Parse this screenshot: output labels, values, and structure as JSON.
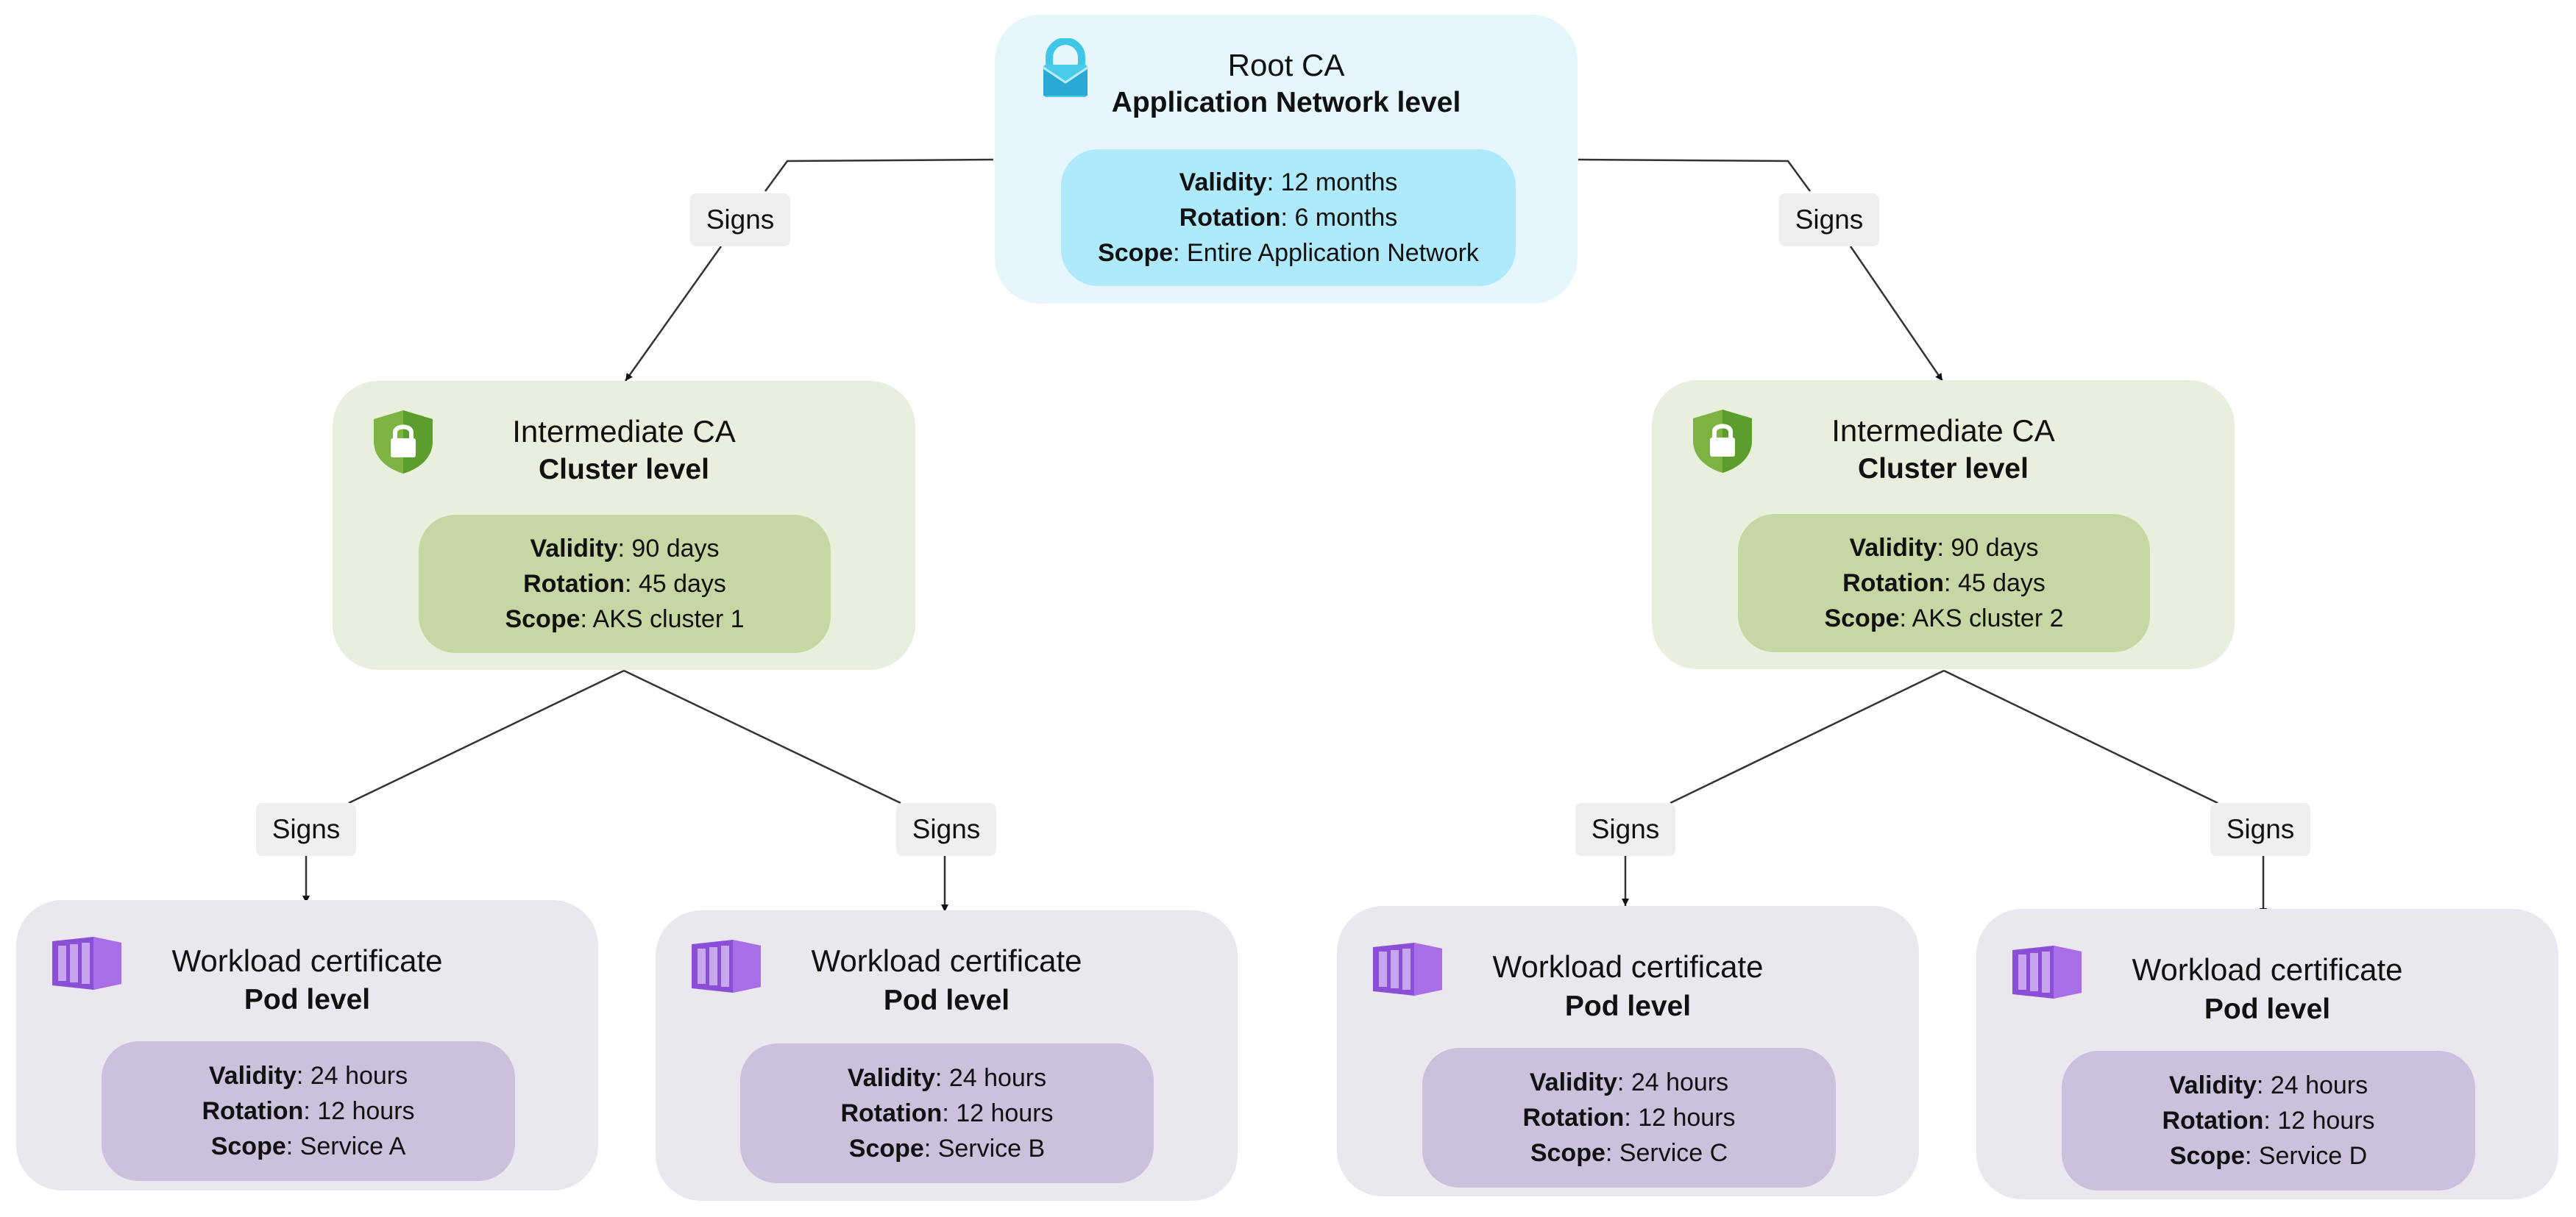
{
  "edge_label": "Signs",
  "root": {
    "title": "Root CA",
    "level": "Application Network level",
    "icon": "envelope-lock-icon",
    "validity_label": "Validity",
    "validity": ": 12 months",
    "rotation_label": "Rotation",
    "rotation": ": 6 months",
    "scope_label": "Scope",
    "scope": ": Entire Application Network"
  },
  "clusters": [
    {
      "title": "Intermediate CA",
      "level": "Cluster level",
      "icon": "shield-lock-icon",
      "validity_label": "Validity",
      "validity": ": 90 days",
      "rotation_label": "Rotation",
      "rotation": ": 45 days",
      "scope_label": "Scope",
      "scope": ": AKS cluster 1"
    },
    {
      "title": "Intermediate CA",
      "level": "Cluster level",
      "icon": "shield-lock-icon",
      "validity_label": "Validity",
      "validity": ": 90 days",
      "rotation_label": "Rotation",
      "rotation": ": 45 days",
      "scope_label": "Scope",
      "scope": ": AKS cluster 2"
    }
  ],
  "pods": [
    {
      "title": "Workload certificate",
      "level": "Pod level",
      "icon": "container-icon",
      "validity_label": "Validity",
      "validity": ": 24 hours",
      "rotation_label": "Rotation",
      "rotation": ": 12 hours",
      "scope_label": "Scope",
      "scope": ": Service A"
    },
    {
      "title": "Workload certificate",
      "level": "Pod level",
      "icon": "container-icon",
      "validity_label": "Validity",
      "validity": ": 24 hours",
      "rotation_label": "Rotation",
      "rotation": ": 12 hours",
      "scope_label": "Scope",
      "scope": ": Service B"
    },
    {
      "title": "Workload certificate",
      "level": "Pod level",
      "icon": "container-icon",
      "validity_label": "Validity",
      "validity": ": 24 hours",
      "rotation_label": "Rotation",
      "rotation": ": 12 hours",
      "scope_label": "Scope",
      "scope": ": Service C"
    },
    {
      "title": "Workload certificate",
      "level": "Pod level",
      "icon": "container-icon",
      "validity_label": "Validity",
      "validity": ": 24 hours",
      "rotation_label": "Rotation",
      "rotation": ": 12 hours",
      "scope_label": "Scope",
      "scope": ": Service D"
    }
  ],
  "colors": {
    "root_bg": "#e5f7fd",
    "root_detail_bg": "#aeeafb",
    "cluster_bg": "#e8efdc",
    "cluster_detail_bg": "#c7d7a4",
    "pod_bg": "#ebe7ef",
    "pod_detail_bg": "#ccc1dc",
    "edge_label_bg": "#efefef",
    "connector": "#333333"
  }
}
